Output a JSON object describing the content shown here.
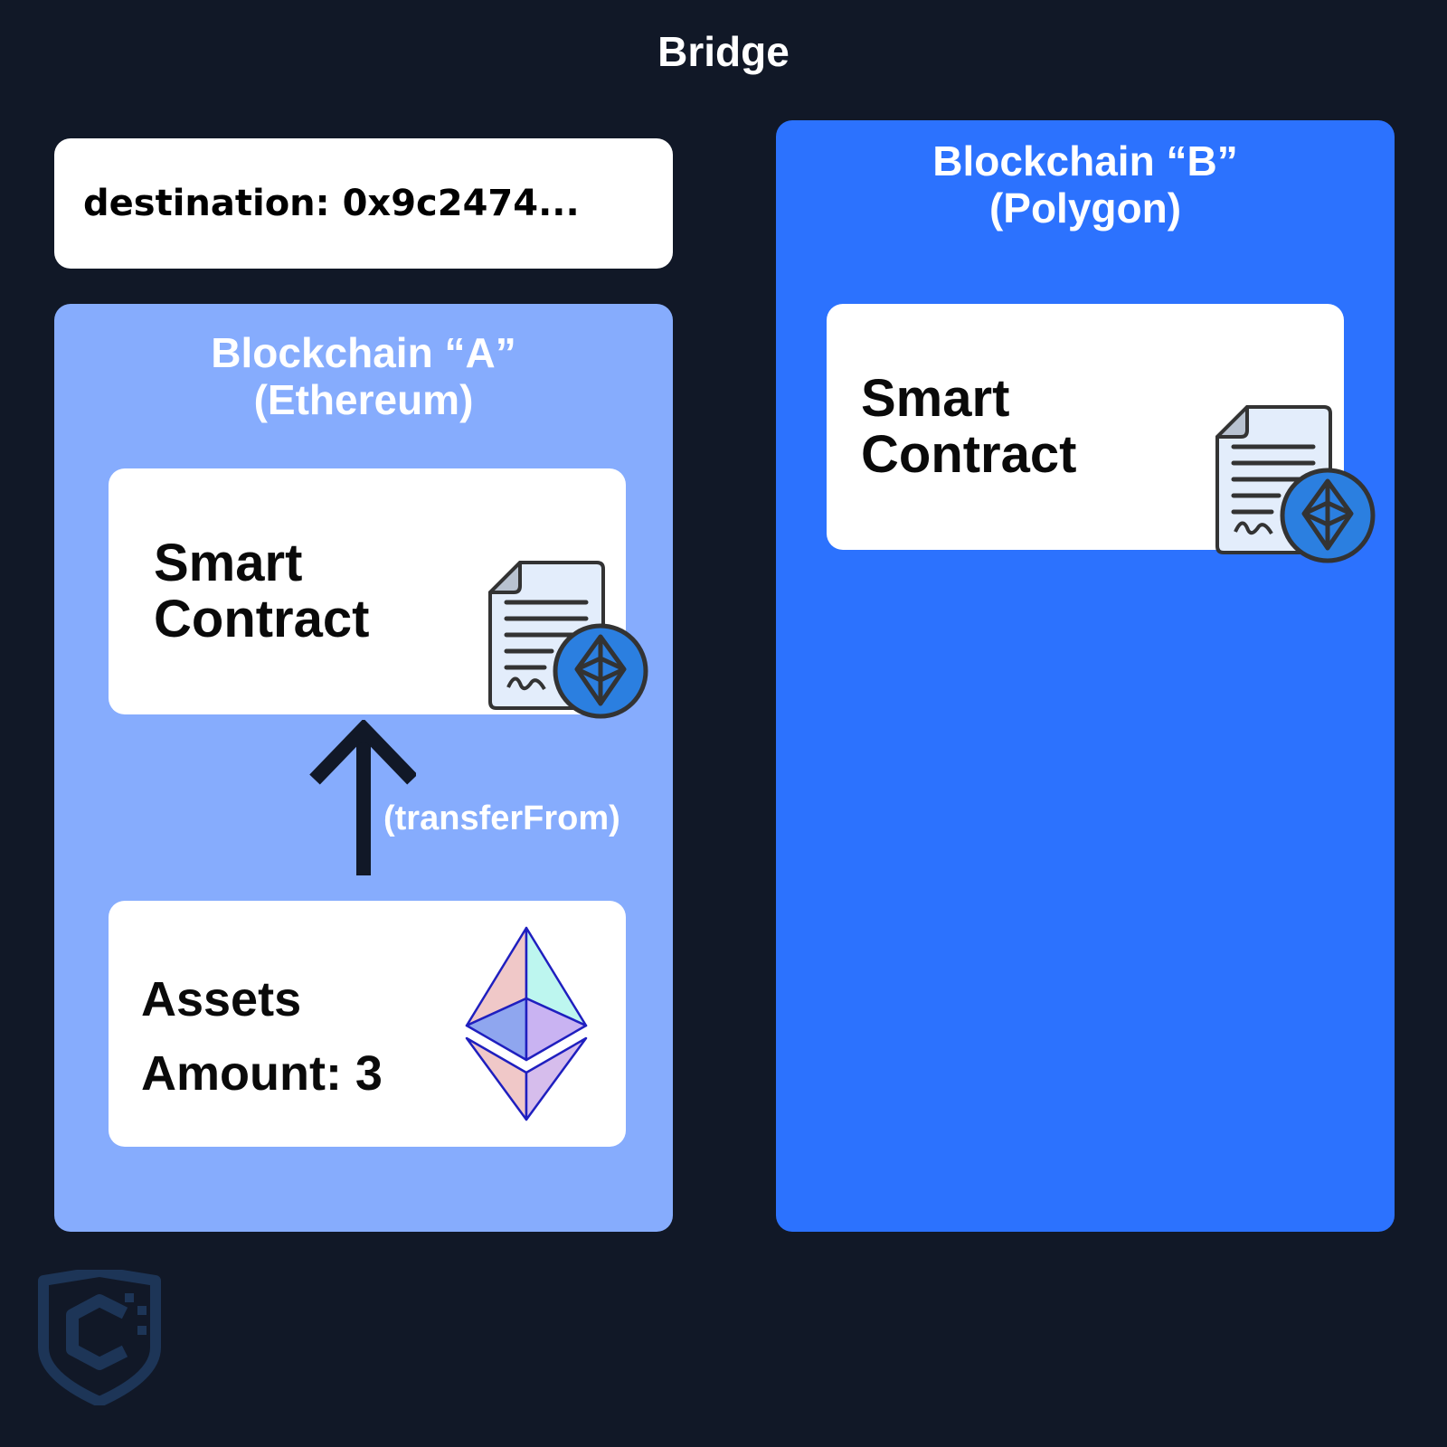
{
  "title": "Bridge",
  "destination_label": "destination: 0x9c2474...",
  "chain_a": {
    "name": "Blockchain “A”",
    "network": "(Ethereum)",
    "contract_label_line1": "Smart",
    "contract_label_line2": "Contract",
    "arrow_label": "(transferFrom)",
    "assets_label": "Assets",
    "amount_label": "Amount: 3"
  },
  "chain_b": {
    "name": "Blockchain “B”",
    "network": "(Polygon)",
    "contract_label_line1": "Smart",
    "contract_label_line2": "Contract"
  },
  "colors": {
    "background": "#111827",
    "chain_a_panel": "#86acfd",
    "chain_b_panel": "#2c72fe",
    "card": "#ffffff",
    "eth_badge": "#2b7fe0"
  },
  "icons": [
    "contract-document-eth-icon",
    "ethereum-logo-icon",
    "up-arrow-icon",
    "shield-logo-icon"
  ]
}
